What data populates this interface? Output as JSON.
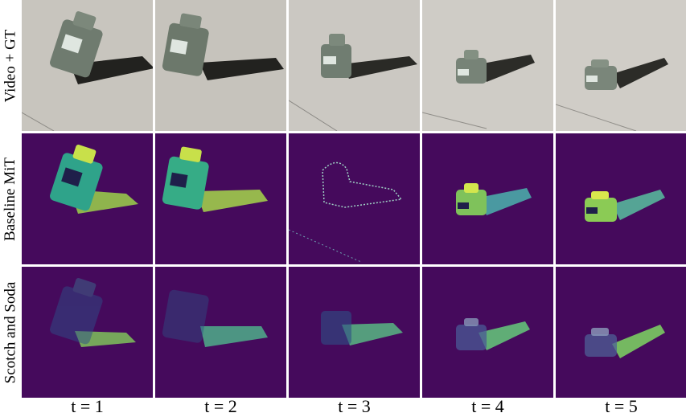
{
  "rows": [
    {
      "label": "Video + GT"
    },
    {
      "label": "Baseline MiT"
    },
    {
      "label": "Scotch and Soda"
    }
  ],
  "columns": [
    {
      "label": "t = 1"
    },
    {
      "label": "t = 2"
    },
    {
      "label": "t = 3"
    },
    {
      "label": "t = 4"
    },
    {
      "label": "t = 5"
    }
  ],
  "colors": {
    "floor": "#c9c6bf",
    "bottle": "#6f7d70",
    "shadow": "#2a2a26",
    "heatmap_bg": "#450a5c",
    "heatmap_high": "#c8e04a",
    "heatmap_mid": "#2fa38a"
  }
}
